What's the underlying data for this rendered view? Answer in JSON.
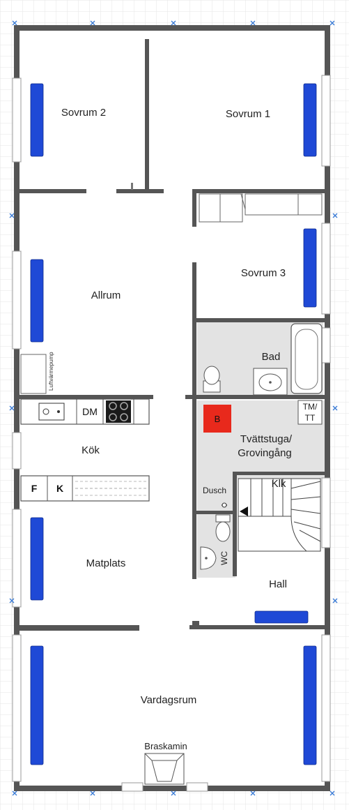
{
  "colors": {
    "radiator": "#1f49d6",
    "boiler": "#e8291c",
    "wet_area_floor": "#e3e3e3",
    "wall": "#555555",
    "grid": "#e6e6e6"
  },
  "rooms": {
    "sovrum2": "Sovrum 2",
    "sovrum1": "Sovrum 1",
    "sovrum3": "Sovrum 3",
    "allrum": "Allrum",
    "bad": "Bad",
    "kok": "Kök",
    "tvattstuga_line1": "Tvättstuga/",
    "tvattstuga_line2": "Grovingång",
    "dusch": "Dusch",
    "klk": "Klk",
    "matplats": "Matplats",
    "hall": "Hall",
    "vardagsrum": "Vardagsrum",
    "braskamin": "Braskamin"
  },
  "fixtures": {
    "boiler": "B",
    "dishwasher": "DM",
    "fridge": "F",
    "freezer": "K",
    "washer": "TM/",
    "dryer": "TT",
    "wc": "WC",
    "air_unit": "Luftvärmepump"
  },
  "icons": {
    "stair": "stair-icon",
    "arrow": "arrow-left-icon",
    "stove": "stove-icon",
    "sink": "sink-icon",
    "toilet": "toilet-icon",
    "bathtub": "bathtub-icon",
    "fireplace": "fireplace-icon"
  }
}
